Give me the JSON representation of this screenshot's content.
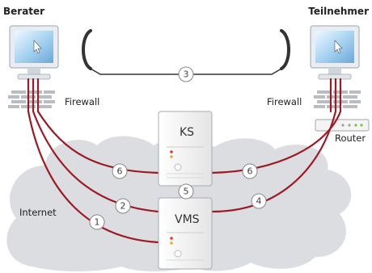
{
  "nodes": {
    "left_title": "Berater",
    "right_title": "Teilnehmer",
    "left_firewall": "Firewall",
    "right_firewall": "Firewall",
    "router": "Router",
    "internet": "Internet",
    "server_ks": "KS",
    "server_vms": "VMS"
  },
  "connections": [
    "1",
    "2",
    "3",
    "4",
    "5",
    "6",
    "6"
  ],
  "colors": {
    "link": "#9b1c26",
    "cloud": "#dcdde1",
    "server_body": "#f2f2f2",
    "phone_line": "#333333"
  }
}
